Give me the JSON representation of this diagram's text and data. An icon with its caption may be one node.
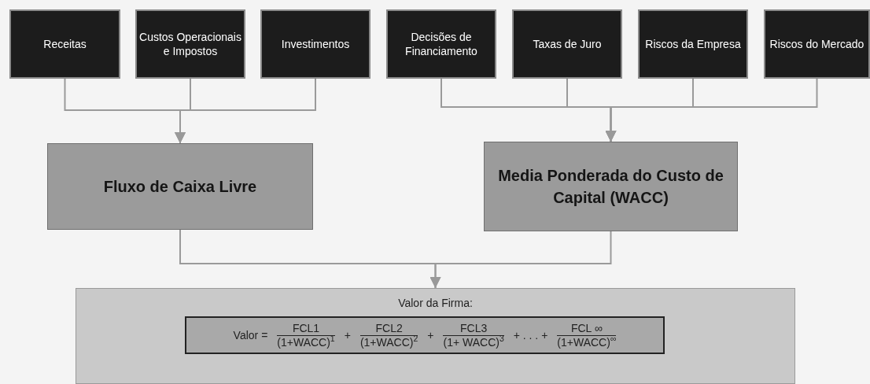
{
  "diagram": {
    "nodes": [
      {
        "text": [
          "Receitas"
        ]
      },
      {
        "text": [
          "Custos Operacionais e Impostos"
        ]
      },
      {
        "text": [
          "Investimentos"
        ]
      },
      {
        "text": [
          "Decisões de Financiamento"
        ]
      },
      {
        "text": [
          "Taxas de Juro"
        ]
      },
      {
        "text": [
          "Riscos da Empresa"
        ]
      },
      {
        "text": [
          "Riscos do Mercado"
        ]
      },
      {
        "text": [
          "Fluxo de Caixa Livre"
        ]
      },
      {
        "text": [
          "Media Ponderada do Custo de Capital (WACC)"
        ]
      },
      {
        "text": [
          "Valor da Firma:"
        ]
      },
      {
        "text": [
          "Valor =",
          "FCL1",
          "(1+WACC)$^{1}$",
          "+",
          "FCL2",
          "(1+WACC)$^{2}$",
          "+",
          "FCL3",
          "(1+ WACC)$^{3}$",
          "+ . . . +",
          "FCL ∞",
          "(1+WACC)$^{∞}$"
        ],
        "in": 9
      }
    ],
    "edges": [
      {
        "from": 0,
        "to": 7,
        "arrow": "to"
      },
      {
        "from": 1,
        "to": 7,
        "arrow": "to"
      },
      {
        "from": 2,
        "to": 7,
        "arrow": "to"
      },
      {
        "from": 3,
        "to": 8,
        "arrow": "to"
      },
      {
        "from": 4,
        "to": 8,
        "arrow": "to"
      },
      {
        "from": 5,
        "to": 8,
        "arrow": "to"
      },
      {
        "from": 6,
        "to": 8,
        "arrow": "to"
      },
      {
        "from": 7,
        "to": 9,
        "arrow": "to"
      },
      {
        "from": 8,
        "to": 9,
        "arrow": "to"
      }
    ]
  }
}
